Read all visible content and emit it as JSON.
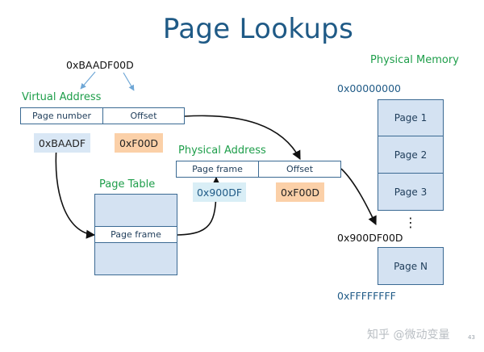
{
  "title": "Page Lookups",
  "virtual_address": {
    "value": "0xBAADF00D",
    "label": "Virtual Address",
    "page_number_label": "Page number",
    "offset_label": "Offset",
    "page_number_value": "0xBAADF",
    "offset_value": "0xF00D"
  },
  "page_table": {
    "label": "Page Table",
    "frame_label": "Page frame"
  },
  "physical_address": {
    "label": "Physical Address",
    "frame_label": "Page frame",
    "offset_label": "Offset",
    "frame_value": "0x900DF",
    "offset_value": "0xF00D"
  },
  "physical_memory": {
    "label": "Physical Memory",
    "start_address": "0x00000000",
    "pages": [
      "Page 1",
      "Page 2",
      "Page 3"
    ],
    "ellipsis": "⋮",
    "target_address": "0x900DF00D",
    "last_page": "Page N",
    "end_address": "0xFFFFFFFF"
  },
  "watermark": "知乎 @微动变量",
  "slide_number": "43",
  "colors": {
    "title": "#1F5A86",
    "label_green": "#1E9E4A",
    "box_border": "#3B6A93",
    "page_fill": "#D4E2F2",
    "chip_orange": "#FBD0A8",
    "chip_blue": "#D9E7F5"
  }
}
